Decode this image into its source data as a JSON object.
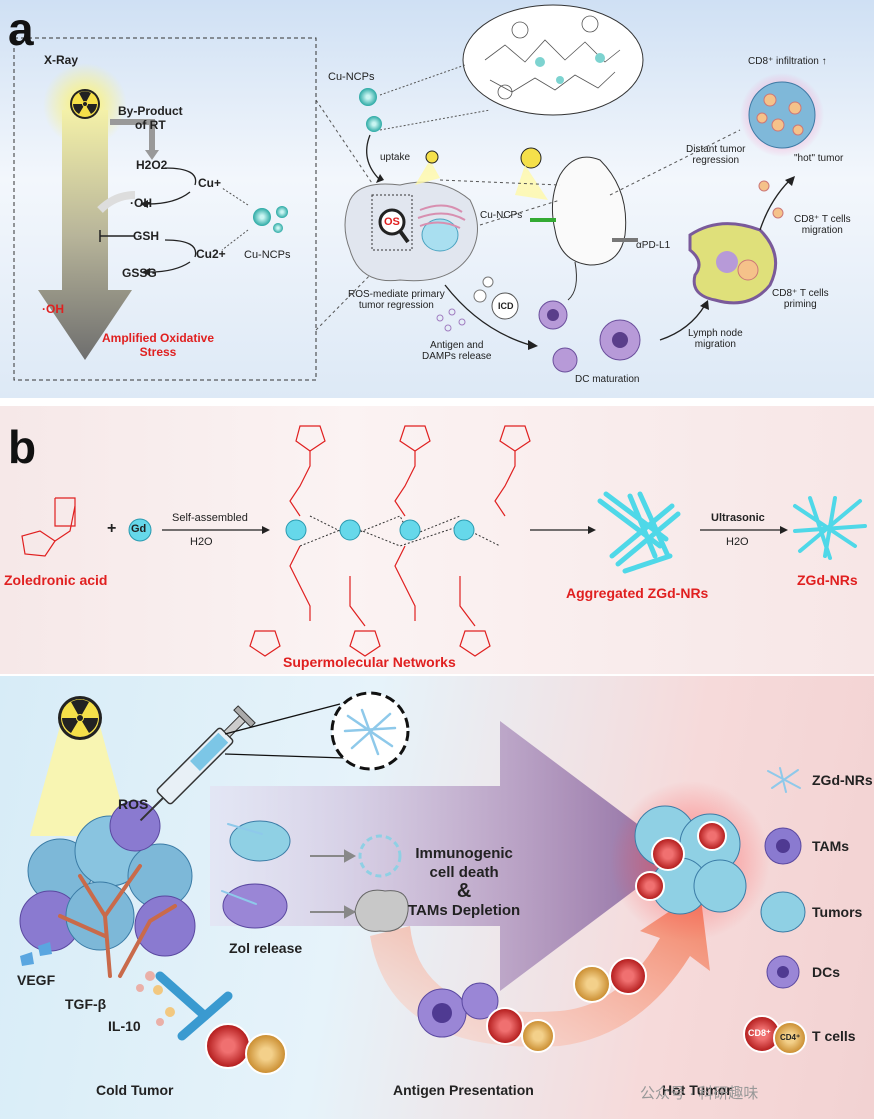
{
  "panel_a": {
    "letter": "a",
    "xray": "X-Ray",
    "byproduct": [
      "By-Product",
      "of RT"
    ],
    "h2o2": "H2O2",
    "oh": "·OH",
    "gsh": "GSH",
    "gssg": "GSSG",
    "cu_plus": "Cu+",
    "cu_2plus": "Cu2+",
    "cu_ncps_left": "Cu-NCPs",
    "oh_up": "·OH",
    "amplified": [
      "Amplified Oxidative",
      "Stress"
    ],
    "cu_ncps_top": "Cu-NCPs",
    "uptake": "uptake",
    "ros_mediate": [
      "ROS-mediate primary",
      "tumor regression"
    ],
    "os": "OS",
    "cu_ncps_mouse": "Cu-NCPs",
    "apdl1": "αPD-L1",
    "antigen": [
      "Antigen and",
      "DAMPs release"
    ],
    "icd": "ICD",
    "dc_maturation": "DC maturation",
    "lymph": [
      "Lymph node",
      "migration"
    ],
    "cd8_priming": [
      "CD8⁺ T cells",
      "priming"
    ],
    "cd8_migration": [
      "CD8⁺ T cells",
      "migration"
    ],
    "distant": [
      "Distant tumor",
      "regression"
    ],
    "hot_tumor": "\"hot\" tumor",
    "cd8_infiltration": "CD8⁺ infiltration ↑"
  },
  "panel_b": {
    "letter": "b",
    "zoledronic": "Zoledronic acid",
    "plus": "+",
    "gd": "Gd",
    "self_assembled": "Self-assembled",
    "h2o": "H2O",
    "supramolecular": "Supermolecular Networks",
    "aggregated": "Aggregated ZGd-NRs",
    "ultrasonic": "Ultrasonic",
    "h2o_2": "H2O",
    "zgd": "ZGd-NRs"
  },
  "panel_c": {
    "ros": "ROS",
    "vegf": "VEGF",
    "tgf": "TGF-β",
    "il10": "IL-10",
    "cold_tumor": "Cold Tumor",
    "zol_release": "Zol release",
    "immunogenic": [
      "Immunogenic",
      "cell death",
      "&",
      "TAMs Depletion"
    ],
    "antigen_presentation": "Antigen Presentation",
    "hot_tumor": "Hot Tumor",
    "watermark": "公众号 · 科研趣味",
    "legend": [
      "ZGd-NRs",
      "TAMs",
      "Tumors",
      "DCs",
      "T cells"
    ],
    "cd8": "CD8⁺",
    "cd4": "CD4⁺"
  },
  "colors": {
    "red": "#e02020",
    "cyan": "#4fd8e8",
    "purple": "#8a72c8"
  }
}
